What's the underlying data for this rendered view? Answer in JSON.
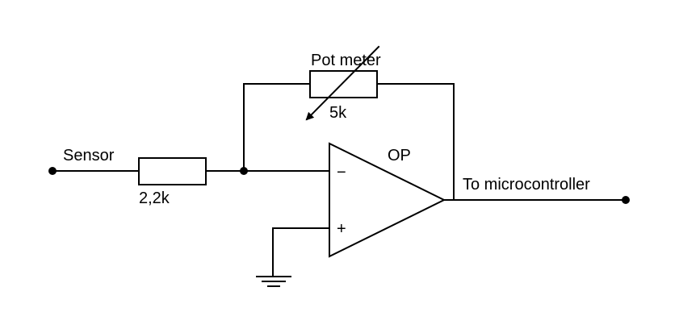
{
  "labels": {
    "sensor": "Sensor",
    "input_resistor": "2,2k",
    "pot_name": "Pot meter",
    "pot_value": "5k",
    "opamp": "OP",
    "output": "To microcontroller",
    "minus": "−",
    "plus": "+"
  },
  "colors": {
    "line": "#000000",
    "background": "#ffffff"
  }
}
